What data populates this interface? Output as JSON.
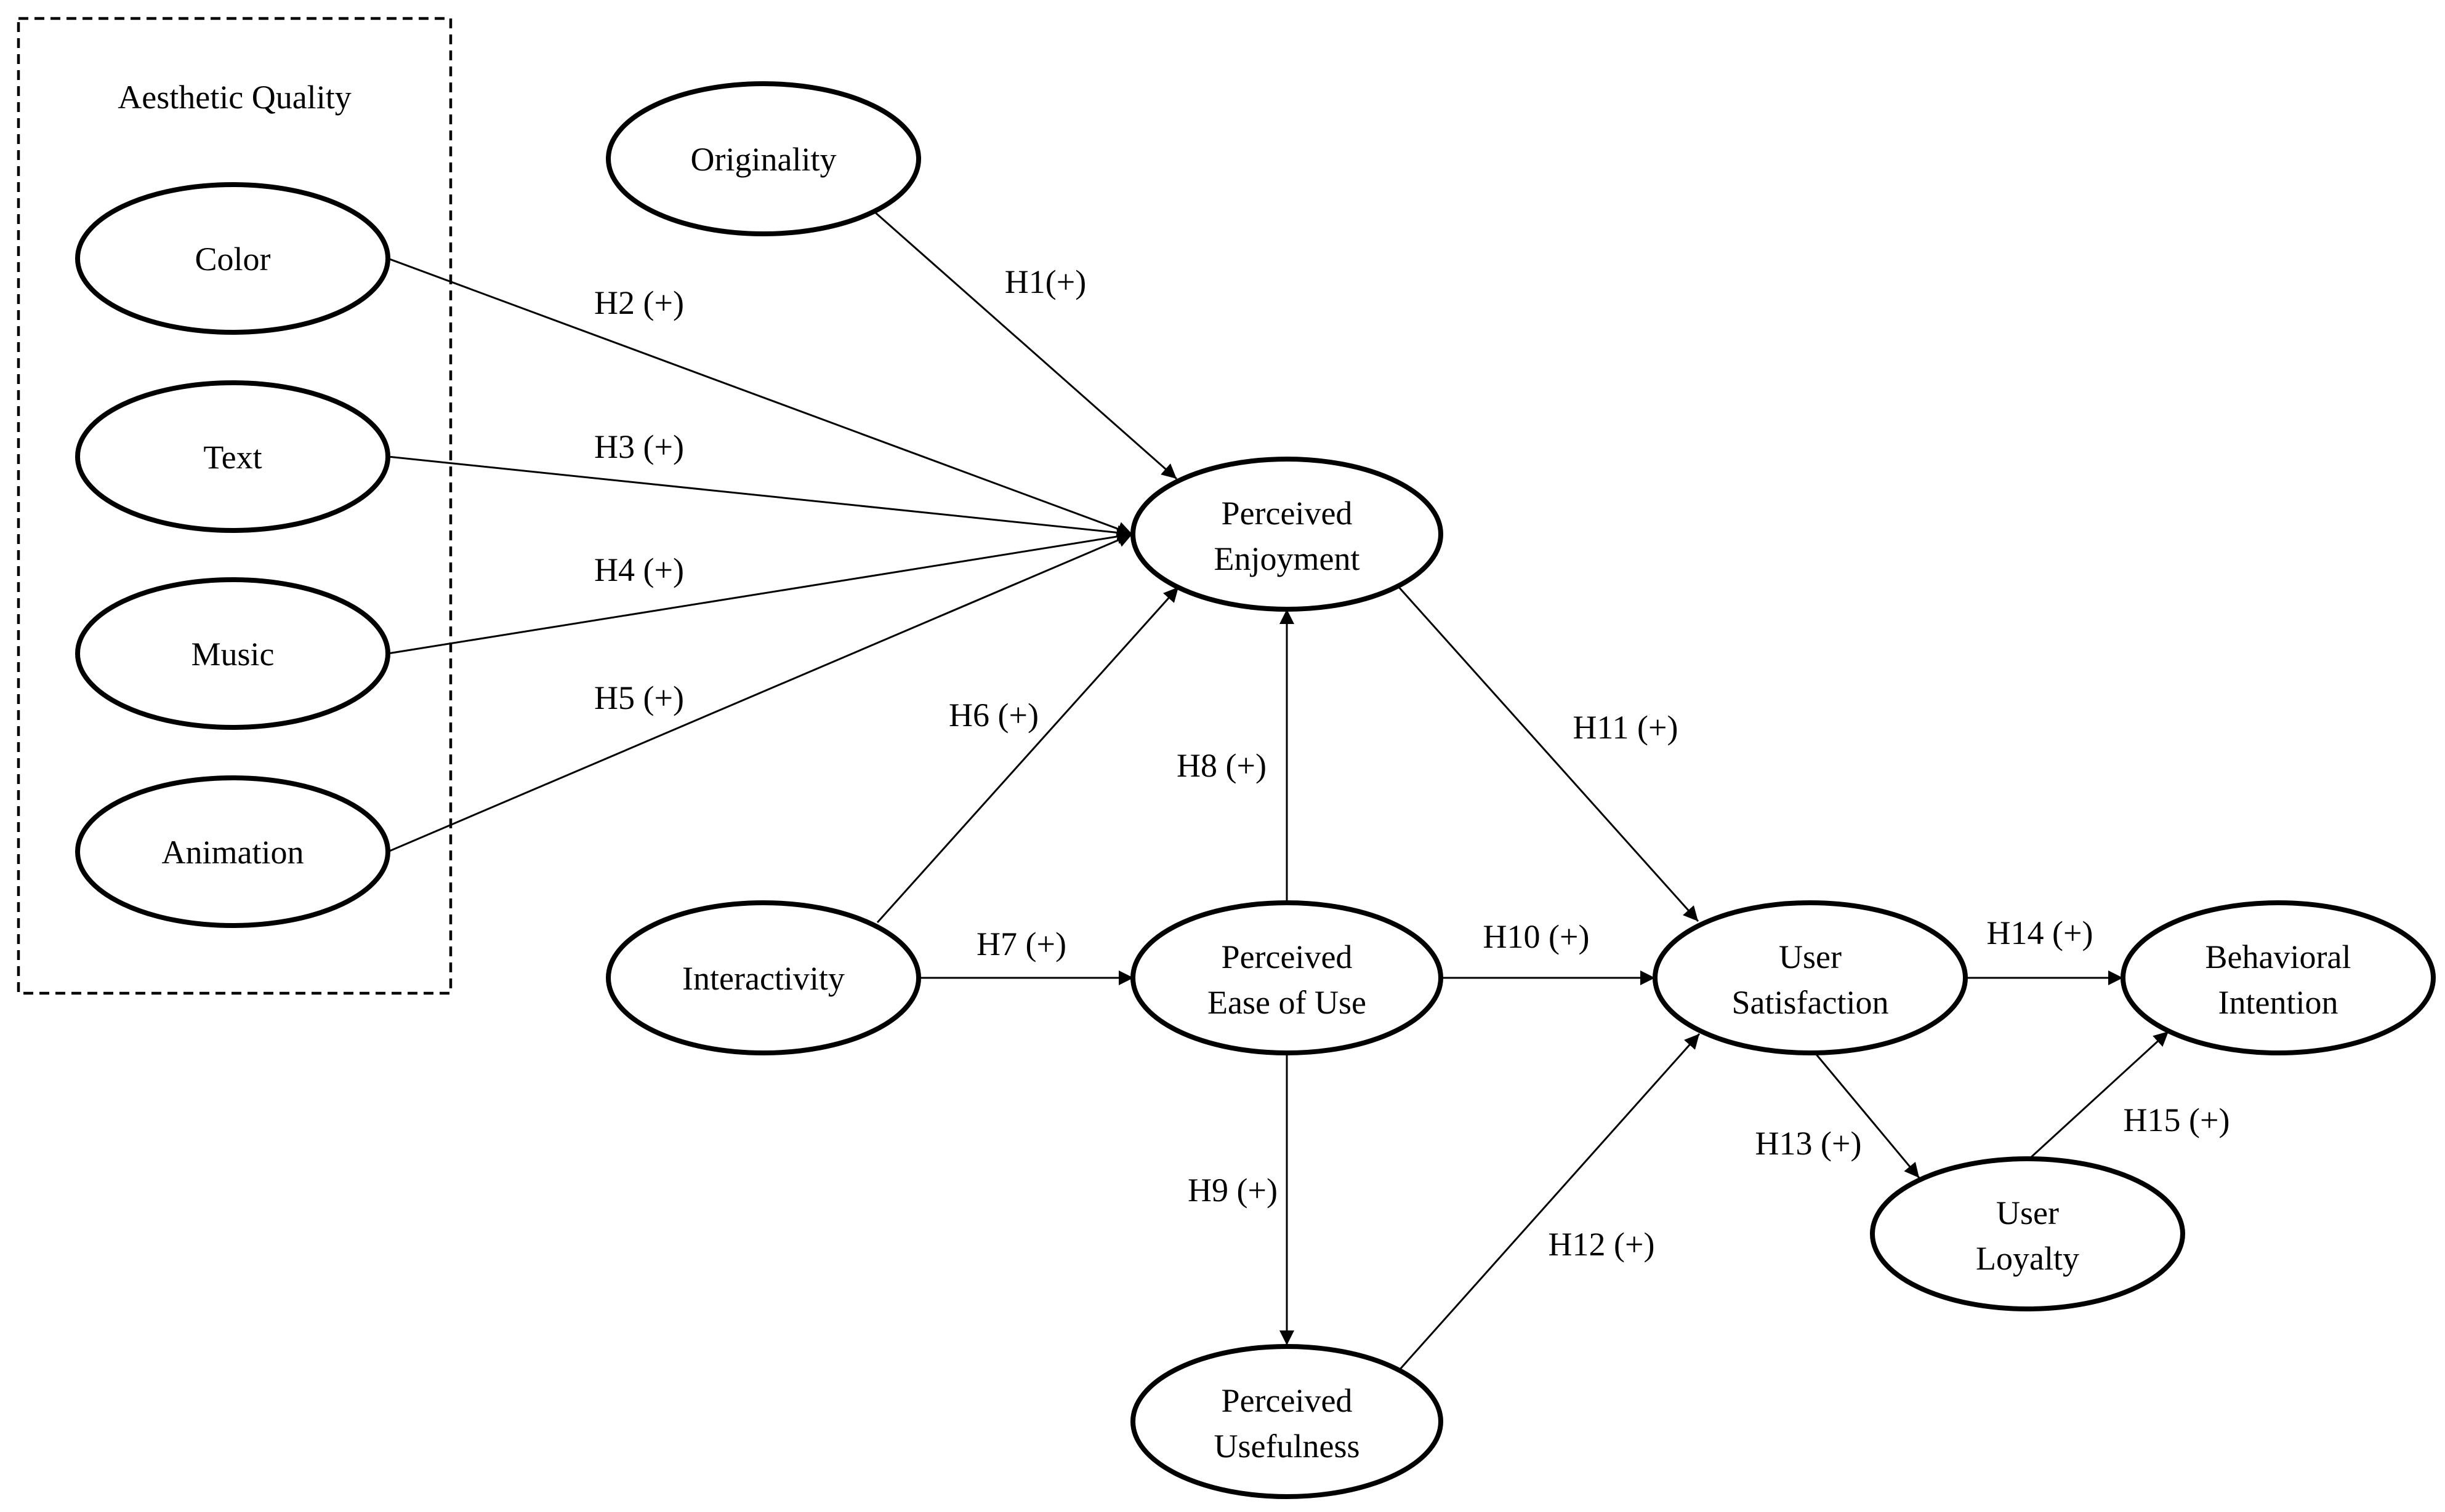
{
  "group": {
    "title": "Aesthetic Quality"
  },
  "nodes": {
    "color": {
      "lines": [
        "Color"
      ]
    },
    "text": {
      "lines": [
        "Text"
      ]
    },
    "music": {
      "lines": [
        "Music"
      ]
    },
    "animation": {
      "lines": [
        "Animation"
      ]
    },
    "originality": {
      "lines": [
        "Originality"
      ]
    },
    "interactivity": {
      "lines": [
        "Interactivity"
      ]
    },
    "perceived_enjoyment": {
      "lines": [
        "Perceived",
        "Enjoyment"
      ]
    },
    "perceived_ease_of_use": {
      "lines": [
        "Perceived",
        "Ease of Use"
      ]
    },
    "perceived_usefulness": {
      "lines": [
        "Perceived",
        "Usefulness"
      ]
    },
    "user_satisfaction": {
      "lines": [
        "User",
        "Satisfaction"
      ]
    },
    "user_loyalty": {
      "lines": [
        "User",
        "Loyalty"
      ]
    },
    "behavioral_intention": {
      "lines": [
        "Behavioral",
        "Intention"
      ]
    }
  },
  "edges": [
    {
      "from": "Originality",
      "to": "Perceived Enjoyment",
      "label": "H1(+)"
    },
    {
      "from": "Color",
      "to": "Perceived Enjoyment",
      "label": "H2 (+)"
    },
    {
      "from": "Text",
      "to": "Perceived Enjoyment",
      "label": "H3 (+)"
    },
    {
      "from": "Music",
      "to": "Perceived Enjoyment",
      "label": "H4 (+)"
    },
    {
      "from": "Animation",
      "to": "Perceived Enjoyment",
      "label": "H5 (+)"
    },
    {
      "from": "Interactivity",
      "to": "Perceived Enjoyment",
      "label": "H6 (+)"
    },
    {
      "from": "Interactivity",
      "to": "Perceived Ease of Use",
      "label": "H7 (+)"
    },
    {
      "from": "Perceived Ease of Use",
      "to": "Perceived Enjoyment",
      "label": "H8 (+)"
    },
    {
      "from": "Perceived Ease of Use",
      "to": "Perceived Usefulness",
      "label": "H9 (+)"
    },
    {
      "from": "Perceived Ease of Use",
      "to": "User Satisfaction",
      "label": "H10 (+)"
    },
    {
      "from": "Perceived Enjoyment",
      "to": "User Satisfaction",
      "label": "H11 (+)"
    },
    {
      "from": "Perceived Usefulness",
      "to": "User Satisfaction",
      "label": "H12 (+)"
    },
    {
      "from": "User Satisfaction",
      "to": "User Loyalty",
      "label": "H13 (+)"
    },
    {
      "from": "User Satisfaction",
      "to": "Behavioral Intention",
      "label": "H14 (+)"
    },
    {
      "from": "User Loyalty",
      "to": "Behavioral Intention",
      "label": "H15 (+)"
    }
  ]
}
